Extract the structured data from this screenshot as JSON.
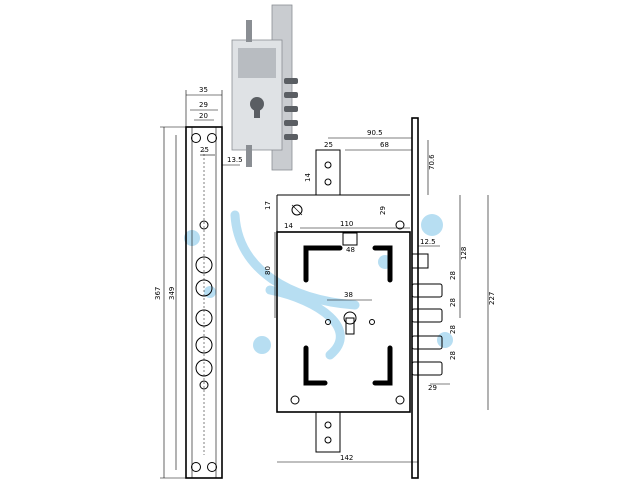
{
  "colors": {
    "line": "#000000",
    "watermark": "#9fd3ee",
    "photo_metal": "#c9ccd0",
    "photo_dark": "#5a5e63"
  },
  "dimensions": {
    "d35": "35",
    "d29": "29",
    "d20": "20",
    "d25_front": "25",
    "d13_5": "13.5",
    "d367": "367",
    "d349": "349",
    "d90_5": "90.5",
    "d68": "68",
    "d25_top": "25",
    "d70_6": "70.6",
    "d14_top": "14",
    "d17": "17",
    "d14_left": "14",
    "d29_side": "29",
    "d110": "110",
    "d48": "48",
    "d80": "80",
    "d12_5": "12.5",
    "d128": "128",
    "d227": "227",
    "d38": "38",
    "d28_a": "28",
    "d28_b": "28",
    "d28_c": "28",
    "d28_d": "28",
    "d29_bottom": "29",
    "d142": "142"
  }
}
